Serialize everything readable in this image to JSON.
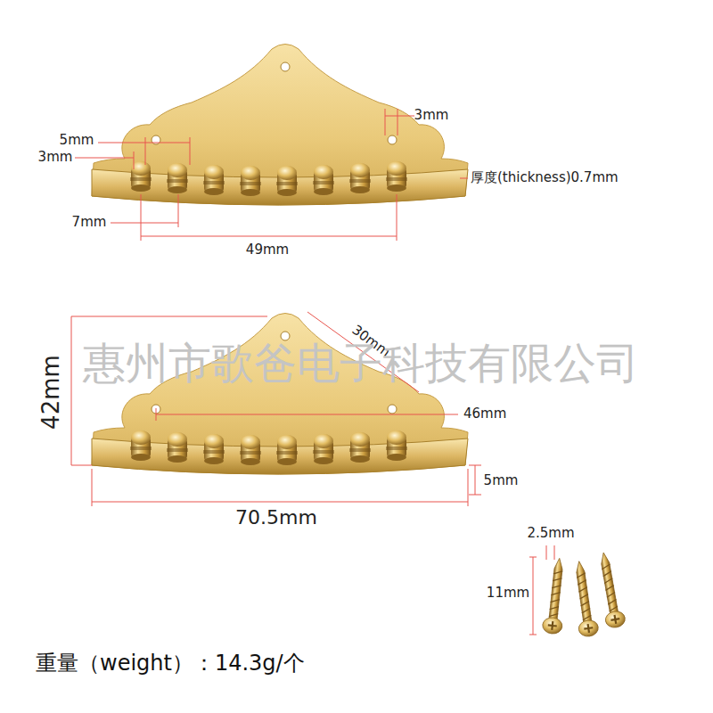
{
  "diagram": {
    "labels": [
      "3mm",
      "5mm",
      "3mm",
      "厚度(thickness)0.7mm",
      "7mm",
      "49mm",
      "42mm",
      "30mm",
      "46mm",
      "5mm",
      "70.5mm",
      "2.5mm",
      "11mm",
      "重量（weight）：14.3g/个",
      "惠州市歌爸电子科技有限公司"
    ]
  }
}
